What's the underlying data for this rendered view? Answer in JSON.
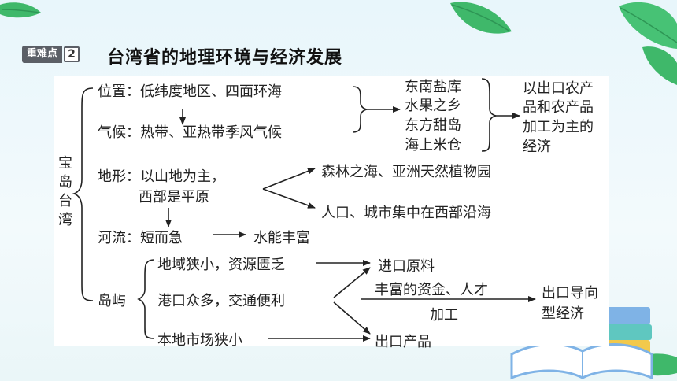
{
  "header": {
    "badge_label": "重难点",
    "badge_number": "2",
    "title": "台湾省的地理环境与经济发展"
  },
  "diagram": {
    "root": "宝岛台湾",
    "position": "位置：低纬度地区、四面环海",
    "climate": "气候：热带、亚热带季风气候",
    "nicknames": [
      "东南盐库",
      "水果之乡",
      "东方甜岛",
      "海上米仓"
    ],
    "agri_result": [
      "以出口农产",
      "品和农产品",
      "加工为主的",
      "经济"
    ],
    "terrain_line1": "地形：以山地为主，",
    "terrain_line2": "西部是平原",
    "forest": "森林之海、亚洲天然植物园",
    "population": "人口、城市集中在西部沿海",
    "river": "河流：短而急",
    "hydropower": "水能丰富",
    "island": "岛屿",
    "island_items": [
      "地域狭小，资源匮乏",
      "港口众多，交通便利",
      "本地市场狭小"
    ],
    "import_materials": "进口原料",
    "capital_talent": "丰富的资金、人才",
    "processing": "加工",
    "export_products": "出口产品",
    "export_economy": [
      "出口导向",
      "型经济"
    ]
  },
  "colors": {
    "leaf_green": "#3fb86a",
    "badge_gray": "#5b5f66",
    "book_blue": "#7fb3e6",
    "book_teal": "#5fc7c0"
  }
}
